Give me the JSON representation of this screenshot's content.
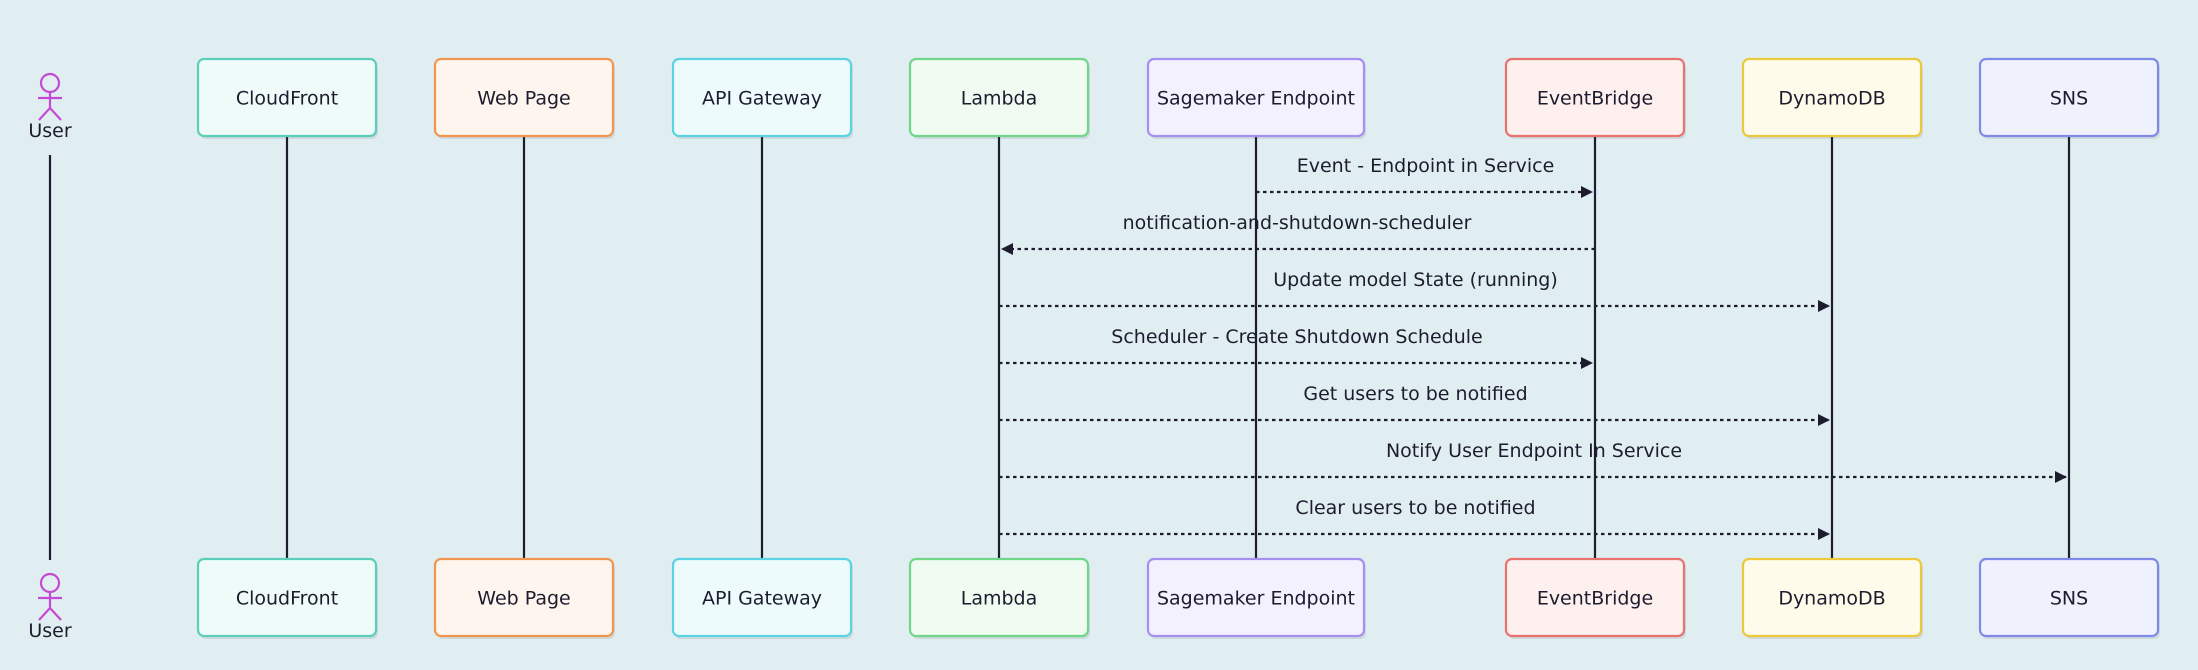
{
  "actor": {
    "label": "User",
    "icon": "stick-figure-icon",
    "color": "#c44ad6"
  },
  "participants": [
    {
      "id": "cloudfront",
      "label": "CloudFront",
      "border": "#5ccdb8",
      "fill": "#effbf8"
    },
    {
      "id": "webpage",
      "label": "Web Page",
      "border": "#f09650",
      "fill": "#fef6ee"
    },
    {
      "id": "apigw",
      "label": "API Gateway",
      "border": "#5cd3e3",
      "fill": "#eefbfd"
    },
    {
      "id": "lambda",
      "label": "Lambda",
      "border": "#6fd68a",
      "fill": "#f0fbf2"
    },
    {
      "id": "sagemaker",
      "label": "Sagemaker Endpoint",
      "border": "#a58ff0",
      "fill": "#f4f1fe"
    },
    {
      "id": "eventbridge",
      "label": "EventBridge",
      "border": "#e8726e",
      "fill": "#fdf0ef"
    },
    {
      "id": "dynamodb",
      "label": "DynamoDB",
      "border": "#ecc93c",
      "fill": "#fefbea"
    },
    {
      "id": "sns",
      "label": "SNS",
      "border": "#7f8ae6",
      "fill": "#eff1fd"
    }
  ],
  "messages": [
    {
      "from": "sagemaker",
      "to": "eventbridge",
      "label": "Event - Endpoint in Service"
    },
    {
      "from": "eventbridge",
      "to": "lambda",
      "label": "notification-and-shutdown-scheduler"
    },
    {
      "from": "lambda",
      "to": "dynamodb",
      "label": "Update model State (running)"
    },
    {
      "from": "lambda",
      "to": "eventbridge",
      "label": "Scheduler - Create Shutdown Schedule"
    },
    {
      "from": "lambda",
      "to": "dynamodb",
      "label": "Get users to be notified"
    },
    {
      "from": "lambda",
      "to": "sns",
      "label": "Notify User Endpoint In Service"
    },
    {
      "from": "lambda",
      "to": "dynamodb",
      "label": "Clear users to be notified"
    }
  ],
  "line_color": "#1c1c2e"
}
